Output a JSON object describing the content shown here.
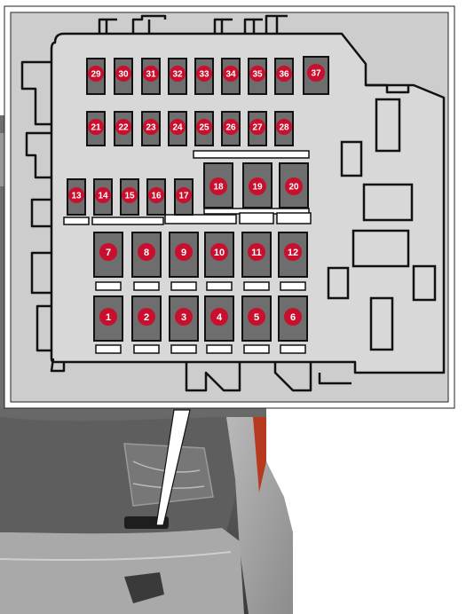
{
  "diagram": {
    "colors": {
      "panel_bg": "#cfcfcf",
      "line": "#111111",
      "fuse_fill": "#6e6e6e",
      "badge": "#c8102e",
      "badge_text": "#ffffff",
      "car_bg": "#8a8a8a"
    },
    "fuses": [
      {
        "id": "1",
        "label": "1"
      },
      {
        "id": "2",
        "label": "2"
      },
      {
        "id": "3",
        "label": "3"
      },
      {
        "id": "4",
        "label": "4"
      },
      {
        "id": "5",
        "label": "5"
      },
      {
        "id": "6",
        "label": "6"
      },
      {
        "id": "7",
        "label": "7"
      },
      {
        "id": "8",
        "label": "8"
      },
      {
        "id": "9",
        "label": "9"
      },
      {
        "id": "10",
        "label": "10"
      },
      {
        "id": "11",
        "label": "11"
      },
      {
        "id": "12",
        "label": "12"
      },
      {
        "id": "13",
        "label": "13"
      },
      {
        "id": "14",
        "label": "14"
      },
      {
        "id": "15",
        "label": "15"
      },
      {
        "id": "16",
        "label": "16"
      },
      {
        "id": "17",
        "label": "17"
      },
      {
        "id": "18",
        "label": "18"
      },
      {
        "id": "19",
        "label": "19"
      },
      {
        "id": "20",
        "label": "20"
      },
      {
        "id": "21",
        "label": "21"
      },
      {
        "id": "22",
        "label": "22"
      },
      {
        "id": "23",
        "label": "23"
      },
      {
        "id": "24",
        "label": "24"
      },
      {
        "id": "25",
        "label": "25"
      },
      {
        "id": "26",
        "label": "26"
      },
      {
        "id": "27",
        "label": "27"
      },
      {
        "id": "28",
        "label": "28"
      },
      {
        "id": "29",
        "label": "29"
      },
      {
        "id": "30",
        "label": "30"
      },
      {
        "id": "31",
        "label": "31"
      },
      {
        "id": "32",
        "label": "32"
      },
      {
        "id": "33",
        "label": "33"
      },
      {
        "id": "34",
        "label": "34"
      },
      {
        "id": "35",
        "label": "35"
      },
      {
        "id": "36",
        "label": "36"
      },
      {
        "id": "37",
        "label": "37"
      }
    ]
  }
}
